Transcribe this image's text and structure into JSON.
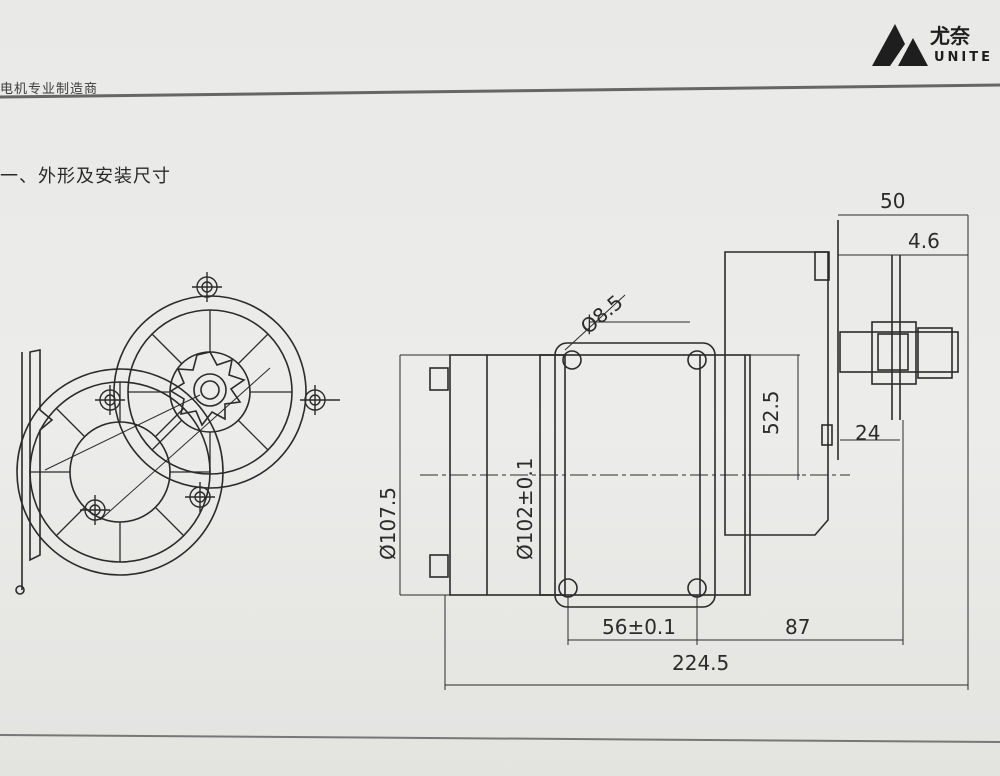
{
  "header": {
    "subtitle_partial": "电机专业制造商",
    "logo_text": "尤奈",
    "logo_en": "UNITE"
  },
  "section": {
    "title": "一、外形及安装尺寸"
  },
  "dimensions": {
    "d_50": "50",
    "d_4_6": "4.6",
    "d_8_5": "Ø8.5",
    "d_52_5": "52.5",
    "d_24": "24",
    "d_107_5": "Ø107.5",
    "d_102": "Ø102±0.1",
    "d_56": "56±0.1",
    "d_87": "87",
    "d_224_5": "224.5"
  },
  "colors": {
    "paper": "#ebebe9",
    "ink": "#2b2b2b",
    "rule": "#666666"
  }
}
